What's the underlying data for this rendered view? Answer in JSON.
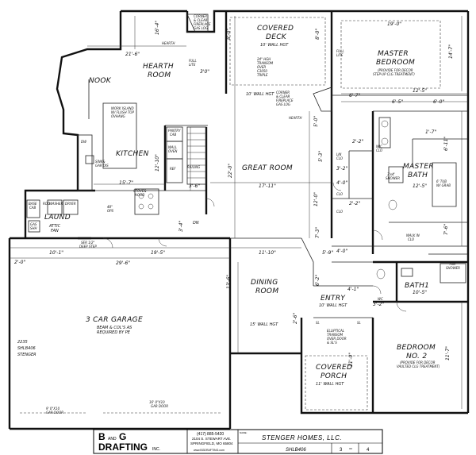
{
  "rooms": {
    "nook": "NOOK",
    "hearth_room": [
      "HEARTH",
      "ROOM"
    ],
    "kitchen": "KITCHEN",
    "covered_deck": [
      "COVERED",
      "DECK"
    ],
    "covered_deck_note": "10' WALL HGT",
    "great_room": "GREAT ROOM",
    "master_bedroom": [
      "MASTER",
      "BEDROOM"
    ],
    "master_bath": [
      "MASTER",
      "BATH"
    ],
    "laund": "LAUND",
    "attic_fan": [
      "ATTIC",
      "FAN"
    ],
    "dining_room": [
      "DINING",
      "ROOM"
    ],
    "entry": "ENTRY",
    "entry_note": "10' WALL HGT",
    "garage": "3 CAR GARAGE",
    "garage_note": [
      "BEAM & COL'S AS",
      "REQUIRED BY PE"
    ],
    "covered_porch": [
      "COVERED",
      "PORCH"
    ],
    "covered_porch_note": "11' WALL HGT",
    "bath1": "BATH1",
    "bedroom2": [
      "BEDROOM",
      "NO. 2"
    ],
    "bedroom2_note": [
      "(PROVIDE FOR DECOR",
      "VAULTED CLG TREATMENT)"
    ],
    "master_note": [
      "(PROVIDE FOR DECOR",
      "STEP-UP CLG TREATMENT)"
    ]
  },
  "notes": {
    "work_island": [
      "WORK ISLAND",
      "W/ FLUSH TOP",
      "OVHANG"
    ],
    "sink_gar_dis": [
      "SINK&",
      "GAR DIS"
    ],
    "stove_hood": [
      "STOVE&",
      "HOOD"
    ],
    "pantry_cab": [
      "PANTRY",
      "CAB"
    ],
    "wall_oven": [
      "WALL",
      "OVEN"
    ],
    "ref": "REF",
    "railing": "RAILING",
    "dn": "DN",
    "dw": "DW",
    "hearth": "HEARTH",
    "full_lite": [
      "FULL",
      "LITE"
    ],
    "transom": [
      "24\" HGH",
      "TRANSOM",
      "OVER",
      "C3050",
      "TRIPLE"
    ],
    "corner_fireplace_top": [
      "CORNER",
      "& CLEAR",
      "FIREPLACE",
      "GAS LOG"
    ],
    "corner_fireplace_mid": [
      "CORNER",
      "& CLEAR",
      "FIREPLACE",
      "GAS LOG"
    ],
    "great_room_wall": "10' WALL HGT",
    "dining_wall": "15' WALL HGT",
    "elliptical": [
      "ELLIPTICAL",
      "TRANSOM",
      "OVER DOOR",
      "& SL'S"
    ],
    "wic": [
      "WIC",
      "CLO"
    ],
    "lin_clo": [
      "LIN",
      "CLO"
    ],
    "shower_3x4": [
      "3'x4'",
      "SHOWER"
    ],
    "tub": [
      "6' TUB",
      "W/ GRAB"
    ],
    "walk_in_clo": [
      "WALK IN",
      "CLO"
    ],
    "tub_shower": [
      "TUB",
      "SHOWER"
    ],
    "base_cab": [
      "BASE",
      "CAB"
    ],
    "rod": "ROD",
    "washer": "WASHER",
    "dryer": "DRYER",
    "gas_shh": [
      "GAS",
      "SHH"
    ],
    "step": [
      "SER 1/2\"",
      "DEEP STEP"
    ],
    "ops": [
      "48\"",
      "OPS"
    ],
    "garage_id": [
      "2235",
      "SHLB406",
      "STENGER"
    ],
    "gar_door1": [
      "9' 0\"X10",
      "GAR DOOR"
    ],
    "gar_door2": [
      "16' 0\"X10",
      "GAR DOOR"
    ],
    "sl": "SL",
    "clo": "CLO",
    "wc": "WC"
  },
  "dims": {
    "d_21_6": "21'-6\"",
    "d_16_4": "16'-4\"",
    "d_19_0": "19'-0\"",
    "d_14_7": "14'-7\"",
    "d_8_0a": "8'-0\"",
    "d_8_0b": "8'-0\"",
    "d_12_5a": "12'-5\"",
    "d_12_5b": "12'-5\"",
    "d_6_7": "6'-7\"",
    "d_6_5": "6'-5\"",
    "d_6_0": "6'-0\"",
    "d_3_0": "3'0\"",
    "d_22_0": "22'-0\"",
    "d_17_11": "17'-11\"",
    "d_15_7": "15'-7\"",
    "d_12_10": "12'-10\"",
    "d_3_6": "3'-6\"",
    "d_3_4": "3'-4\"",
    "d_5_3": "5'-3\"",
    "d_3_2": "3'-2\"",
    "d_6_11": "6'-11\"",
    "d_10_1": "10'-1\"",
    "d_19_5": "19'-5\"",
    "d_29_6": "29'-6\"",
    "d_2_0a": "2'-0\"",
    "d_11_10": "11'-10\"",
    "d_5_9": "5'-9\"",
    "d_4_0a": "4'-0\"",
    "d_4_0b": "4'-0\"",
    "d_2_2": "2'-2\"",
    "d_13_6": "13'-6\"",
    "d_7_3": "7'-3\"",
    "d_6_2": "6'-2\"",
    "d_10_5": "10'-5\"",
    "d_4_1": "4'-1\"",
    "d_3_2b": "3'-2\"",
    "d_11_0": "11'-0\"",
    "d_11_7": "11'-7\"",
    "d_2_6": "2'-6\"",
    "d_7_6": "7'-6\"",
    "d_12_0": "12'-0\"",
    "d_5_0": "5'-0\"",
    "d_2_2b": "2'-2\"",
    "d_1_7": "1'-7\""
  },
  "title_block": {
    "firm_line1": "B",
    "firm_and": "AND",
    "firm_line1b": "G",
    "firm_line2": "DRAFTING",
    "firm_inc": "INC.",
    "phone": "(417) 885-5420",
    "address1": "2104 S. STEWART AVE.",
    "address2": "SPRINGFIELD, MO 65804",
    "website": "www.BGDRAFTING.com",
    "client": "STENGER HOMES, LLC.",
    "plan_no": "SHLB406",
    "sheet": "3",
    "of_label": "OF",
    "total_sheets": "4",
    "small_label": "NAME:"
  }
}
